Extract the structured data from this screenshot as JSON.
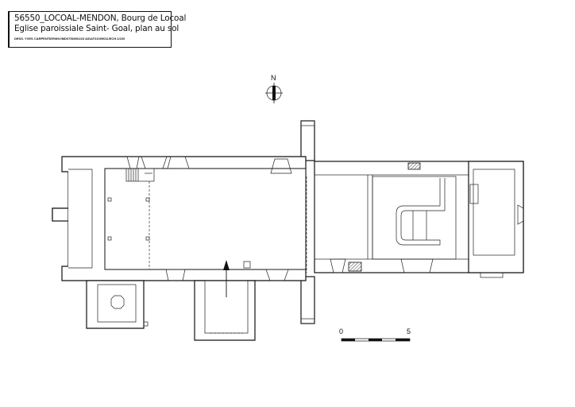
{
  "title_block": {
    "line1": "56550_LOCOAL-MENDON, Bourg de Locoal",
    "line2": "Eglise paroissiale Saint- Goal, plan au sol",
    "line3": "DESS. YVES CARPENTIER/INV/MD0756000223 A/DAT01009011/ECH.1/100"
  },
  "north_arrow": {
    "label": "N"
  },
  "scale_bar": {
    "start_label": "0",
    "end_label": "5",
    "units_shown": 5
  }
}
